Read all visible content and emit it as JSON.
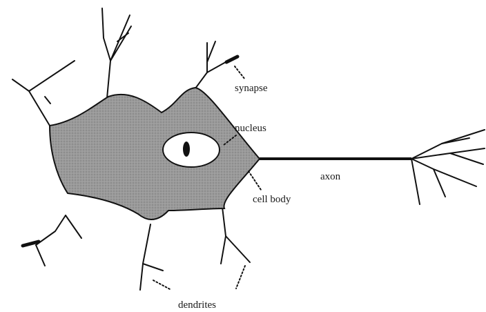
{
  "labels": {
    "synapse": "synapse",
    "nucleus": "nucleus",
    "cell_body": "cell body",
    "axon": "axon",
    "dendrites": "dendrites"
  },
  "colors": {
    "cell_fill": "#8f8f8f",
    "line": "#111111",
    "nucleus_fill": "#ffffff",
    "nucleolus": "#111111"
  }
}
